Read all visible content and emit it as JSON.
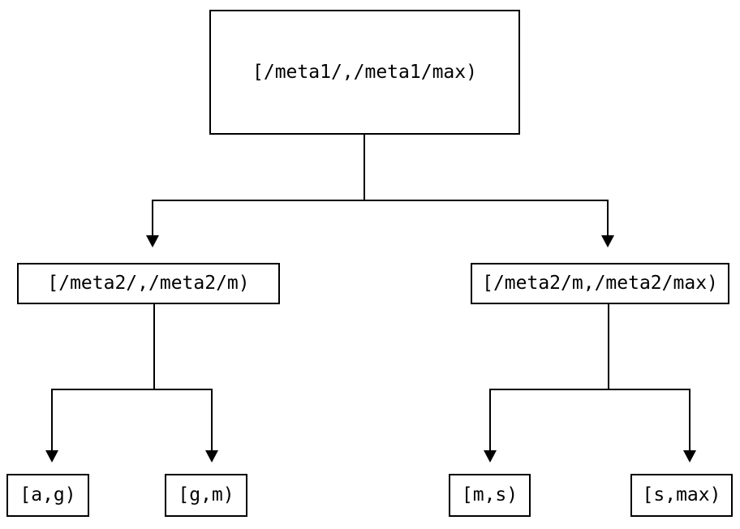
{
  "diagram": {
    "type": "interval-partition-tree",
    "background_color": "#ffffff",
    "stroke_color": "#000000",
    "nodes": {
      "root": {
        "label": "[/meta1/,/meta1/max)",
        "level": 0
      },
      "mid_left": {
        "label": "[/meta2/,/meta2/m)",
        "level": 1
      },
      "mid_right": {
        "label": "[/meta2/m,/meta2/max)",
        "level": 1
      },
      "leaf_ag": {
        "label": "[a,g)",
        "level": 2
      },
      "leaf_gm": {
        "label": "[g,m)",
        "level": 2
      },
      "leaf_ms": {
        "label": "[m,s)",
        "level": 2
      },
      "leaf_smax": {
        "label": "[s,max)",
        "level": 2
      }
    },
    "edges": [
      {
        "from": "root",
        "to": "mid_left",
        "arrow": "down-triangle"
      },
      {
        "from": "root",
        "to": "mid_right",
        "arrow": "down-triangle"
      },
      {
        "from": "mid_left",
        "to": "leaf_ag",
        "arrow": "down-triangle"
      },
      {
        "from": "mid_left",
        "to": "leaf_gm",
        "arrow": "down-triangle"
      },
      {
        "from": "mid_right",
        "to": "leaf_ms",
        "arrow": "down-triangle"
      },
      {
        "from": "mid_right",
        "to": "leaf_smax",
        "arrow": "down-triangle"
      }
    ]
  }
}
